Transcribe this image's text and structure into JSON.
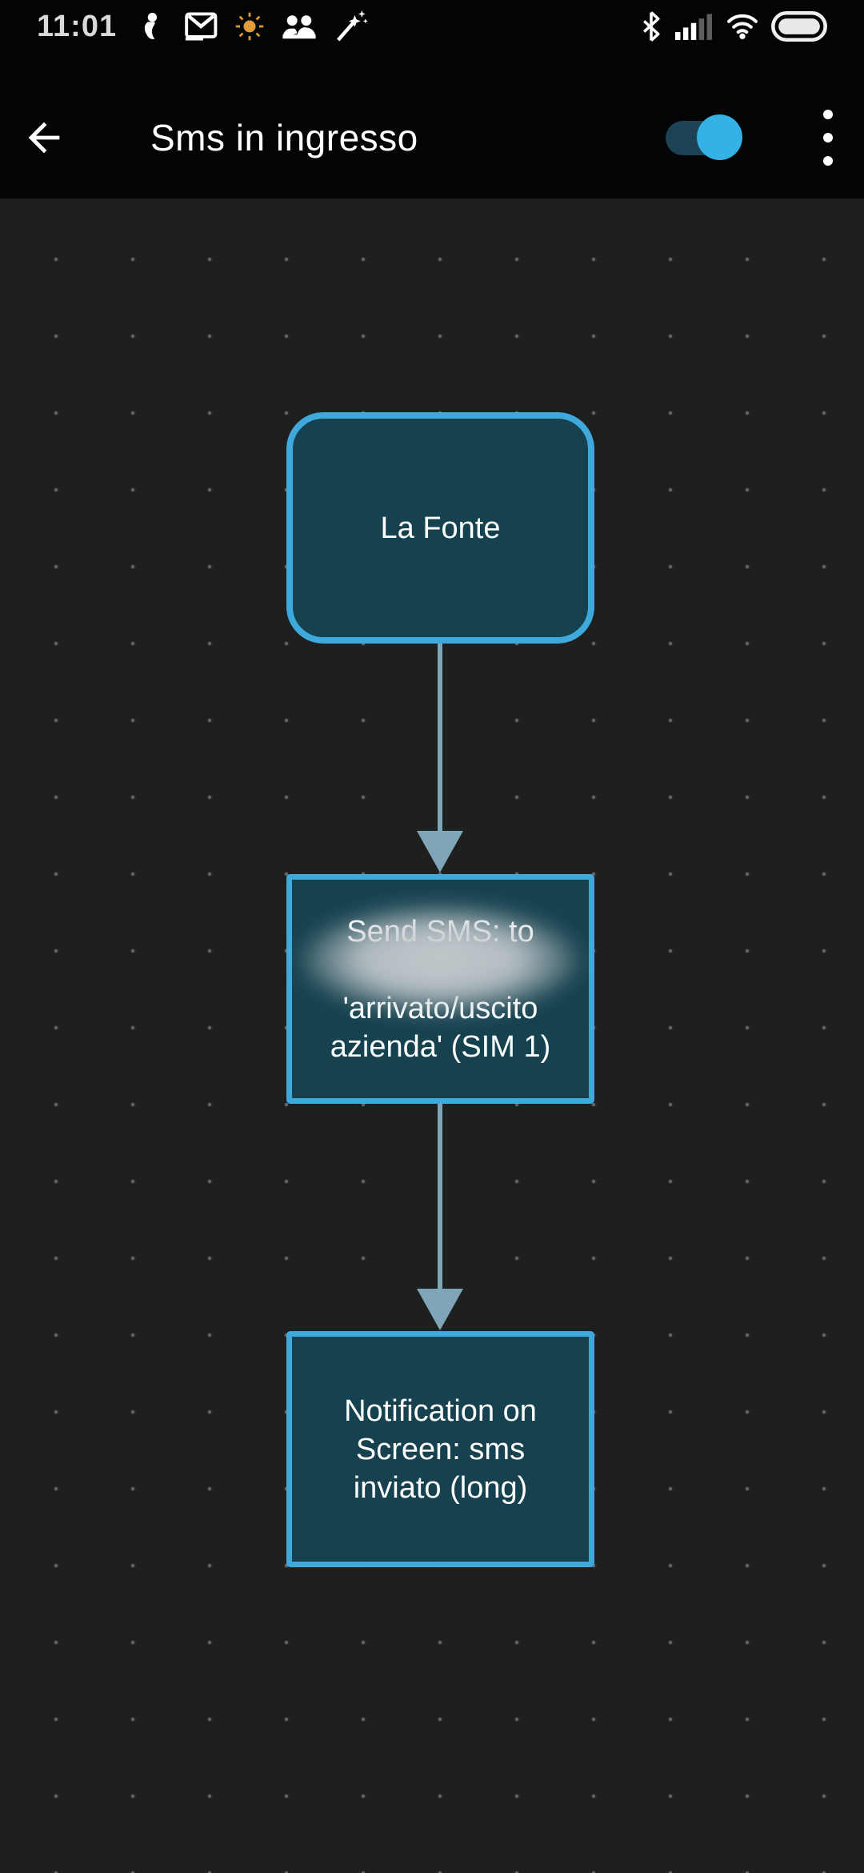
{
  "status_bar": {
    "time": "11:01",
    "left_icons": [
      "person-icon",
      "gmail-icon",
      "sun-icon",
      "people-icon",
      "magic-wand-icon"
    ],
    "right_icons": [
      "bluetooth-icon",
      "signal-icon",
      "wifi-icon",
      "battery-icon"
    ],
    "battery_level": "full",
    "signal_bars_active": 3,
    "signal_bars_total": 5
  },
  "app_bar": {
    "back_label": "back",
    "title": "Sms in ingresso",
    "toggle": {
      "state": "on"
    },
    "menu": "overflow-menu"
  },
  "flowchart": {
    "nodes": [
      {
        "id": "source",
        "shape": "rounded-rectangle",
        "label": "La Fonte",
        "lines": [
          "La Fonte"
        ]
      },
      {
        "id": "send-sms",
        "shape": "rectangle",
        "lines": [
          "Send SMS: to",
          "",
          "'arrivato/uscito",
          "azienda' (SIM 1)"
        ],
        "redacted_line_index": 1,
        "redaction": "blurred phone number"
      },
      {
        "id": "notification",
        "shape": "rectangle",
        "lines": [
          "Notification on",
          "Screen: sms",
          "inviato (long)"
        ]
      }
    ],
    "connections": [
      {
        "from": "source",
        "to": "send-sms"
      },
      {
        "from": "send-sms",
        "to": "notification"
      }
    ]
  },
  "colors": {
    "bar_background": "#000000",
    "canvas_background": "#1e1f1f",
    "node_fill": "#16424f",
    "node_border": "#3fa9dc",
    "connector": "#7fa5b8",
    "toggle_thumb": "#35b2e5",
    "toggle_track": "#1c4254",
    "sun_icon": "#e09c3a",
    "text": "#ffffff"
  }
}
